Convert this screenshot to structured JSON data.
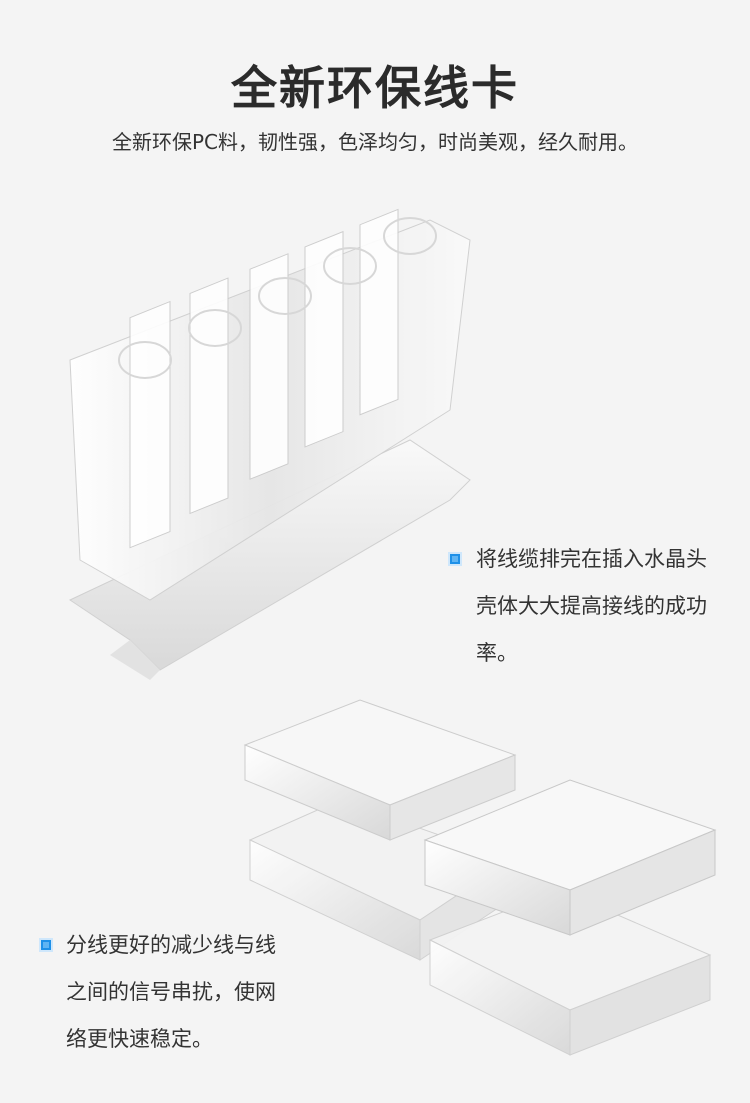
{
  "header": {
    "title": "全新环保线卡",
    "subtitle": "全新环保PC料，韧性强，色泽均匀，时尚美观，经久耐用。"
  },
  "feature_1": {
    "icon": "square-bullet-icon",
    "lines": [
      "将线缆排完在插入水晶头",
      "壳体大大提高接线的成功",
      "率。"
    ]
  },
  "feature_2": {
    "icon": "square-bullet-icon",
    "lines": [
      "分线更好的减少线与线",
      "之间的信号串扰，使网",
      "络更快速稳定。"
    ]
  },
  "colors": {
    "bullet": "#1e90e8",
    "background": "#f4f4f4",
    "text": "#333333"
  }
}
